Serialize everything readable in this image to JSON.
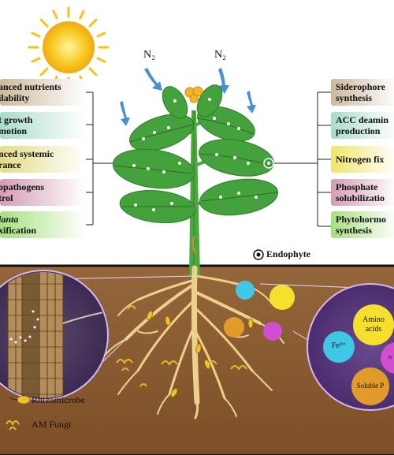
{
  "sky": {
    "nitrogen_labels": [
      "N₂",
      "N₂"
    ]
  },
  "left_boxes": [
    {
      "line1": "anced nutrients",
      "line2": "ilability",
      "color": "#cbb99c"
    },
    {
      "line1": "t growth",
      "line2": "motion",
      "color": "#a9dccb"
    },
    {
      "line1": "nced systemic",
      "line2": "rance",
      "color": "#e4dc86"
    },
    {
      "line1": "opathogens",
      "line2": "trol",
      "color": "#d59bb5"
    },
    {
      "line1": "lanta",
      "line2": "xification",
      "color": "#a6e07e"
    }
  ],
  "right_boxes": [
    {
      "line1": "Siderophore",
      "line2": "synthesis",
      "color": "#cbb99c"
    },
    {
      "line1": "ACC deamin",
      "line2": "production",
      "color": "#a9dccb"
    },
    {
      "line1": "Nitrogen fix",
      "line2": "",
      "color": "#efe56a"
    },
    {
      "line1": "Phosphate",
      "line2": "solubilizatio",
      "color": "#d59bb5"
    },
    {
      "line1": "Phytohormo",
      "line2": "synthesis",
      "color": "#a6e07e"
    }
  ],
  "legend": {
    "endophyte": "Endophyte",
    "rhizomicrobe": "Rhizomicrobe",
    "am_fungi": "AM Fungi"
  },
  "right_circle": {
    "fe": "Fe³⁺",
    "amino_line1": "Amino",
    "amino_line2": "acids",
    "soluble_p": "Soluble P",
    "partial": "n"
  },
  "colors": {
    "soil": "#8a5b2f",
    "leaf": "#3f9e3a",
    "root": "#e9cb82",
    "sun": "#f8c81c"
  }
}
